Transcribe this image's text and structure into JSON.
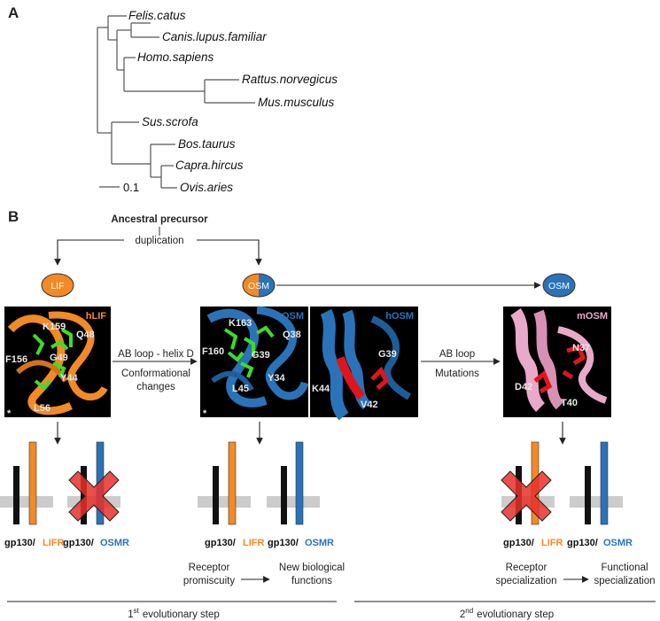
{
  "panel_a": {
    "letter": "A",
    "species": [
      "Felis.catus",
      "Canis.lupus.familiar",
      "Homo.sapiens",
      "Rattus.norvegicus",
      "Mus.musculus",
      "Sus.scrofa",
      "Bos.taurus",
      "Capra.hircus",
      "Ovis.aries"
    ],
    "scale_label": "0.1"
  },
  "panel_b": {
    "letter": "B",
    "ancestral": "Ancestral precursor",
    "duplication": "duplication",
    "ovals": {
      "lif": "LIF",
      "osm1": "OSM",
      "osm2": "OSM"
    },
    "structures": {
      "hlif": {
        "label": "hLIF",
        "residues": [
          "K159",
          "Q48",
          "F156",
          "G49",
          "Y44",
          "L56"
        ],
        "star": "*"
      },
      "hosm1": {
        "label": "hOSM",
        "residues": [
          "K163",
          "F160",
          "Q38",
          "G39",
          "Y34",
          "L45"
        ],
        "star": "*"
      },
      "hosm2": {
        "label": "hOSM",
        "residues": [
          "G39",
          "K44",
          "V42"
        ]
      },
      "mosm": {
        "label": "mOSM",
        "residues": [
          "N37",
          "D42",
          "T40"
        ]
      }
    },
    "step1_arrow": {
      "line1": "AB loop - helix D",
      "line2": "Conformational",
      "line3": "changes"
    },
    "step2_arrow": {
      "line1": "AB loop",
      "line2": "Mutations"
    },
    "receptors": {
      "gp130": "gp130/",
      "lifr": "LIFR",
      "osmr": "OSMR"
    },
    "outcome1": {
      "a1": "Receptor",
      "a2": "promiscuity",
      "b1": "New biological",
      "b2": "functions"
    },
    "outcome2": {
      "a1": "Receptor",
      "a2": "specialization",
      "b1": "Functional",
      "b2": "specialization"
    },
    "step_labels": {
      "first_pre": "1",
      "first_sup": "st",
      "first_post": "evolutionary step",
      "second_pre": "2",
      "second_sup": "nd",
      "second_post": "evolutionary step"
    },
    "colors": {
      "lif_orange": "#f28a26",
      "osm_blue": "#2a73b8",
      "gp130_black": "#111111",
      "residue_green": "#3ddc2a",
      "mutation_red": "#e0151b",
      "mosm_pink": "#e9a9c8",
      "membrane_grey": "#cccccc"
    }
  }
}
